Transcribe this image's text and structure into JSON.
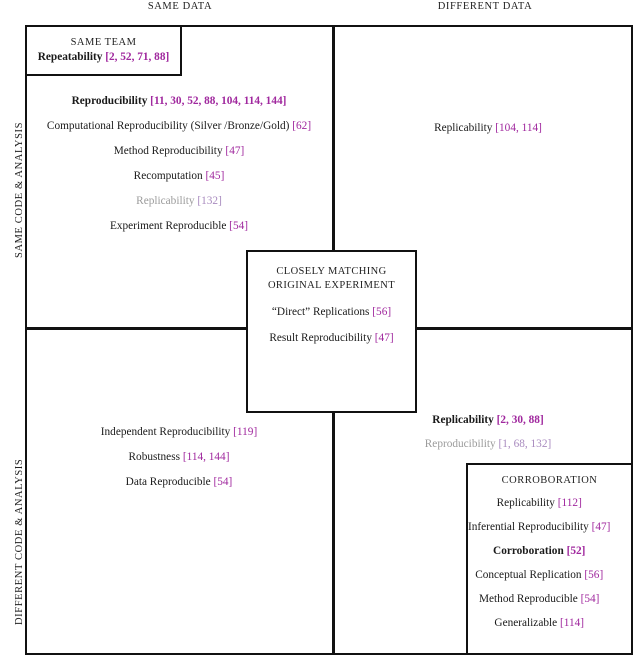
{
  "headers": {
    "same_data": "SAME DATA",
    "different_data": "DIFFERENT DATA",
    "same_code": "SAME CODE & ANALYSIS",
    "different_code": "DIFFERENT CODE & ANALYSIS"
  },
  "colors": {
    "citation": "#a0289e",
    "citation_muted": "#a98bbf",
    "text": "#1a1a1a",
    "text_muted": "#9b9b9b",
    "border": "#111111",
    "background": "#ffffff"
  },
  "repeatability_box": {
    "caption": "SAME TEAM",
    "term": "Repeatability",
    "citations": "[2, 52, 71, 88]"
  },
  "quadrant_same_data_same_code": {
    "entries": [
      {
        "term": "Reproducibility",
        "citations": "[11, 30, 52, 88, 104, 114, 144]",
        "bold": true,
        "muted": false
      },
      {
        "term": "Computational Reproducibility (Silver /Bronze/Gold)",
        "citations": "[62]",
        "bold": false,
        "muted": false
      },
      {
        "term": "Method Reproducibility",
        "citations": "[47]",
        "bold": false,
        "muted": false
      },
      {
        "term": "Recomputation",
        "citations": "[45]",
        "bold": false,
        "muted": false
      },
      {
        "term": "Replicability",
        "citations": "[132]",
        "bold": false,
        "muted": true
      },
      {
        "term": "Experiment Reproducible",
        "citations": "[54]",
        "bold": false,
        "muted": false
      }
    ]
  },
  "quadrant_different_data_same_code": {
    "entries": [
      {
        "term": "Replicability",
        "citations": "[104, 114]",
        "bold": false,
        "muted": false
      }
    ]
  },
  "quadrant_same_data_different_code": {
    "entries": [
      {
        "term": "Independent Reproducibility",
        "citations": "[119]",
        "bold": false,
        "muted": false
      },
      {
        "term": "Robustness",
        "citations": "[114, 144]",
        "bold": false,
        "muted": false
      },
      {
        "term": "Data Reproducible",
        "citations": "[54]",
        "bold": false,
        "muted": false
      }
    ]
  },
  "quadrant_different_data_different_code": {
    "entries": [
      {
        "term": "Replicability",
        "citations": "[2, 30, 88]",
        "bold": true,
        "muted": false
      },
      {
        "term": "Reproducibility",
        "citations": "[1, 68, 132]",
        "bold": false,
        "muted": true
      }
    ]
  },
  "center_box": {
    "caption_line1": "CLOSELY MATCHING",
    "caption_line2": "ORIGINAL EXPERIMENT",
    "entries": [
      {
        "term": "“Direct” Replications",
        "citations": "[56]",
        "bold": false,
        "muted": false
      },
      {
        "term": "Result Reproducibility",
        "citations": "[47]",
        "bold": false,
        "muted": false
      }
    ]
  },
  "corroboration_box": {
    "caption": "CORROBORATION",
    "entries": [
      {
        "term": "Replicability",
        "citations": "[112]",
        "bold": false,
        "muted": false
      },
      {
        "term": "Inferential Reproducibility",
        "citations": "[47]",
        "bold": false,
        "muted": false
      },
      {
        "term": "Corroboration",
        "citations": "[52]",
        "bold": true,
        "muted": false
      },
      {
        "term": "Conceptual Replication",
        "citations": "[56]",
        "bold": false,
        "muted": false
      },
      {
        "term": "Method Reproducible",
        "citations": "[54]",
        "bold": false,
        "muted": false
      },
      {
        "term": "Generalizable",
        "citations": "[114]",
        "bold": false,
        "muted": false
      }
    ]
  }
}
